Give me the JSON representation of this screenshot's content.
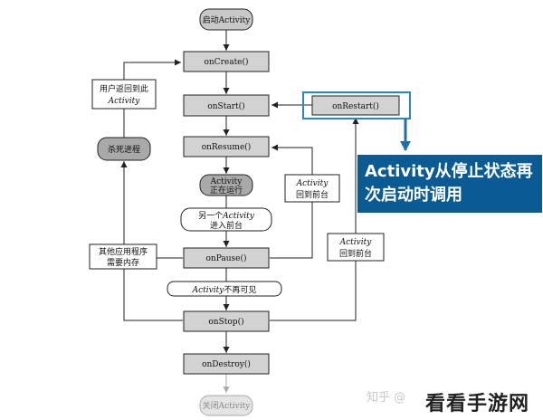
{
  "nodes": {
    "start_activity": "启动Activity",
    "on_create": "onCreate()",
    "on_start": "onStart()",
    "on_restart": "onRestart()",
    "on_resume": "onResume()",
    "activity_running_1": "Activity",
    "activity_running_2": "正在运行",
    "on_pause": "onPause()",
    "on_stop": "onStop()",
    "on_destroy": "onDestroy()",
    "close_activity": "关闭Activity",
    "kill_process": "杀死进程"
  },
  "labels": {
    "user_returns_1": "用户返回到此",
    "user_returns_2": "Activity",
    "another_activity_1a": "另一个",
    "another_activity_1b": "Activity",
    "another_activity_2": "进入前台",
    "back_to_front_a1": "Activity",
    "back_to_front_a2": "回到前台",
    "other_apps_1": "其他应用程序",
    "other_apps_2": "需要内存",
    "not_visible_a": "Activity",
    "not_visible_b": "不再可见",
    "back_to_front_b1": "Activity",
    "back_to_front_b2": "回到前台"
  },
  "callout": {
    "line1": "Activity从停止状态再",
    "line2": "次启动时调用"
  },
  "watermark": {
    "zhihu": "知乎 @",
    "brand": "看看手游网"
  },
  "colors": {
    "node_fill": "#d2d2d2",
    "node_stroke": "#222222",
    "highlight_stroke": "#2f86b9",
    "callout_bg": "#0a5a93"
  }
}
